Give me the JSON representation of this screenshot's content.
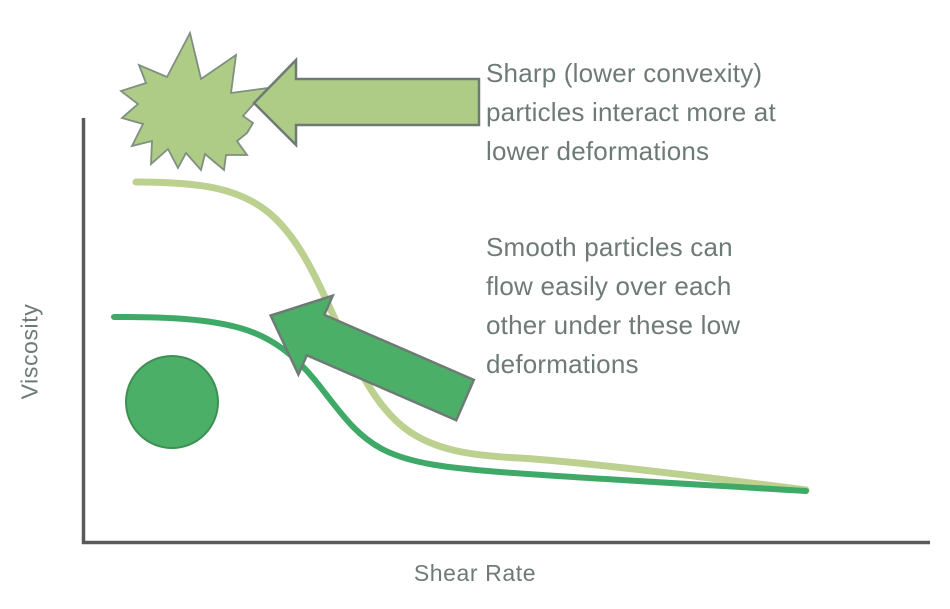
{
  "figure": {
    "callouts": [
      {
        "id": "sharp",
        "text": "Sharp (lower convexity)\nparticles interact more at\nlower deformations"
      },
      {
        "id": "smooth",
        "text": "Smooth particles can\nflow easily over each\nother under these low\ndeformations"
      }
    ],
    "shapes": {
      "star_label": "sharp-particle-star",
      "circle_label": "smooth-particle-circle"
    },
    "colors": {
      "light_green_fill": "#AFCC86",
      "light_green_stroke": "#7F9A5F",
      "dark_green_fill": "#4CAF68",
      "dark_green_stroke": "#3E8F55",
      "arrow_outline_gray": "#6E7B75",
      "axis": "#5A5A5A",
      "text": "#6E7B75",
      "light_curve": "#BCD190",
      "dark_curve": "#3FA968"
    }
  },
  "chart_data": {
    "type": "line",
    "title": "",
    "xlabel": "Shear Rate",
    "ylabel": "Viscosity",
    "grid": false,
    "legend": "none",
    "axis_ticks": {
      "x": [],
      "y": []
    },
    "xlim": [
      0,
      1
    ],
    "ylim": [
      0,
      1
    ],
    "annotations": [
      {
        "name": "sharp-callout",
        "text": "Sharp (lower convexity) particles interact more at lower deformations",
        "points_to": "sharp-particle-star"
      },
      {
        "name": "smooth-callout",
        "text": "Smooth particles can flow easily over each other under these low deformations",
        "points_to": "smooth-particle-circle"
      }
    ],
    "series": [
      {
        "name": "Sharp (lower convexity) particles",
        "color": "#BCD190",
        "description": "High zero-shear viscosity plateau that drops steeply at intermediate shear rate",
        "x": [
          0.06,
          0.15,
          0.24,
          0.3,
          0.36,
          0.42,
          0.5,
          0.58,
          0.66,
          0.74,
          0.85,
          1.0
        ],
        "y": [
          0.85,
          0.84,
          0.79,
          0.72,
          0.6,
          0.45,
          0.31,
          0.22,
          0.18,
          0.16,
          0.13,
          0.09
        ]
      },
      {
        "name": "Smooth particles",
        "color": "#3FA968",
        "description": "Lower zero-shear viscosity plateau with a gentler shear-thinning decay",
        "x": [
          0.04,
          0.14,
          0.22,
          0.3,
          0.38,
          0.46,
          0.56,
          0.66,
          0.76,
          0.88,
          1.0
        ],
        "y": [
          0.53,
          0.52,
          0.48,
          0.4,
          0.3,
          0.22,
          0.16,
          0.13,
          0.12,
          0.1,
          0.09
        ]
      }
    ]
  }
}
